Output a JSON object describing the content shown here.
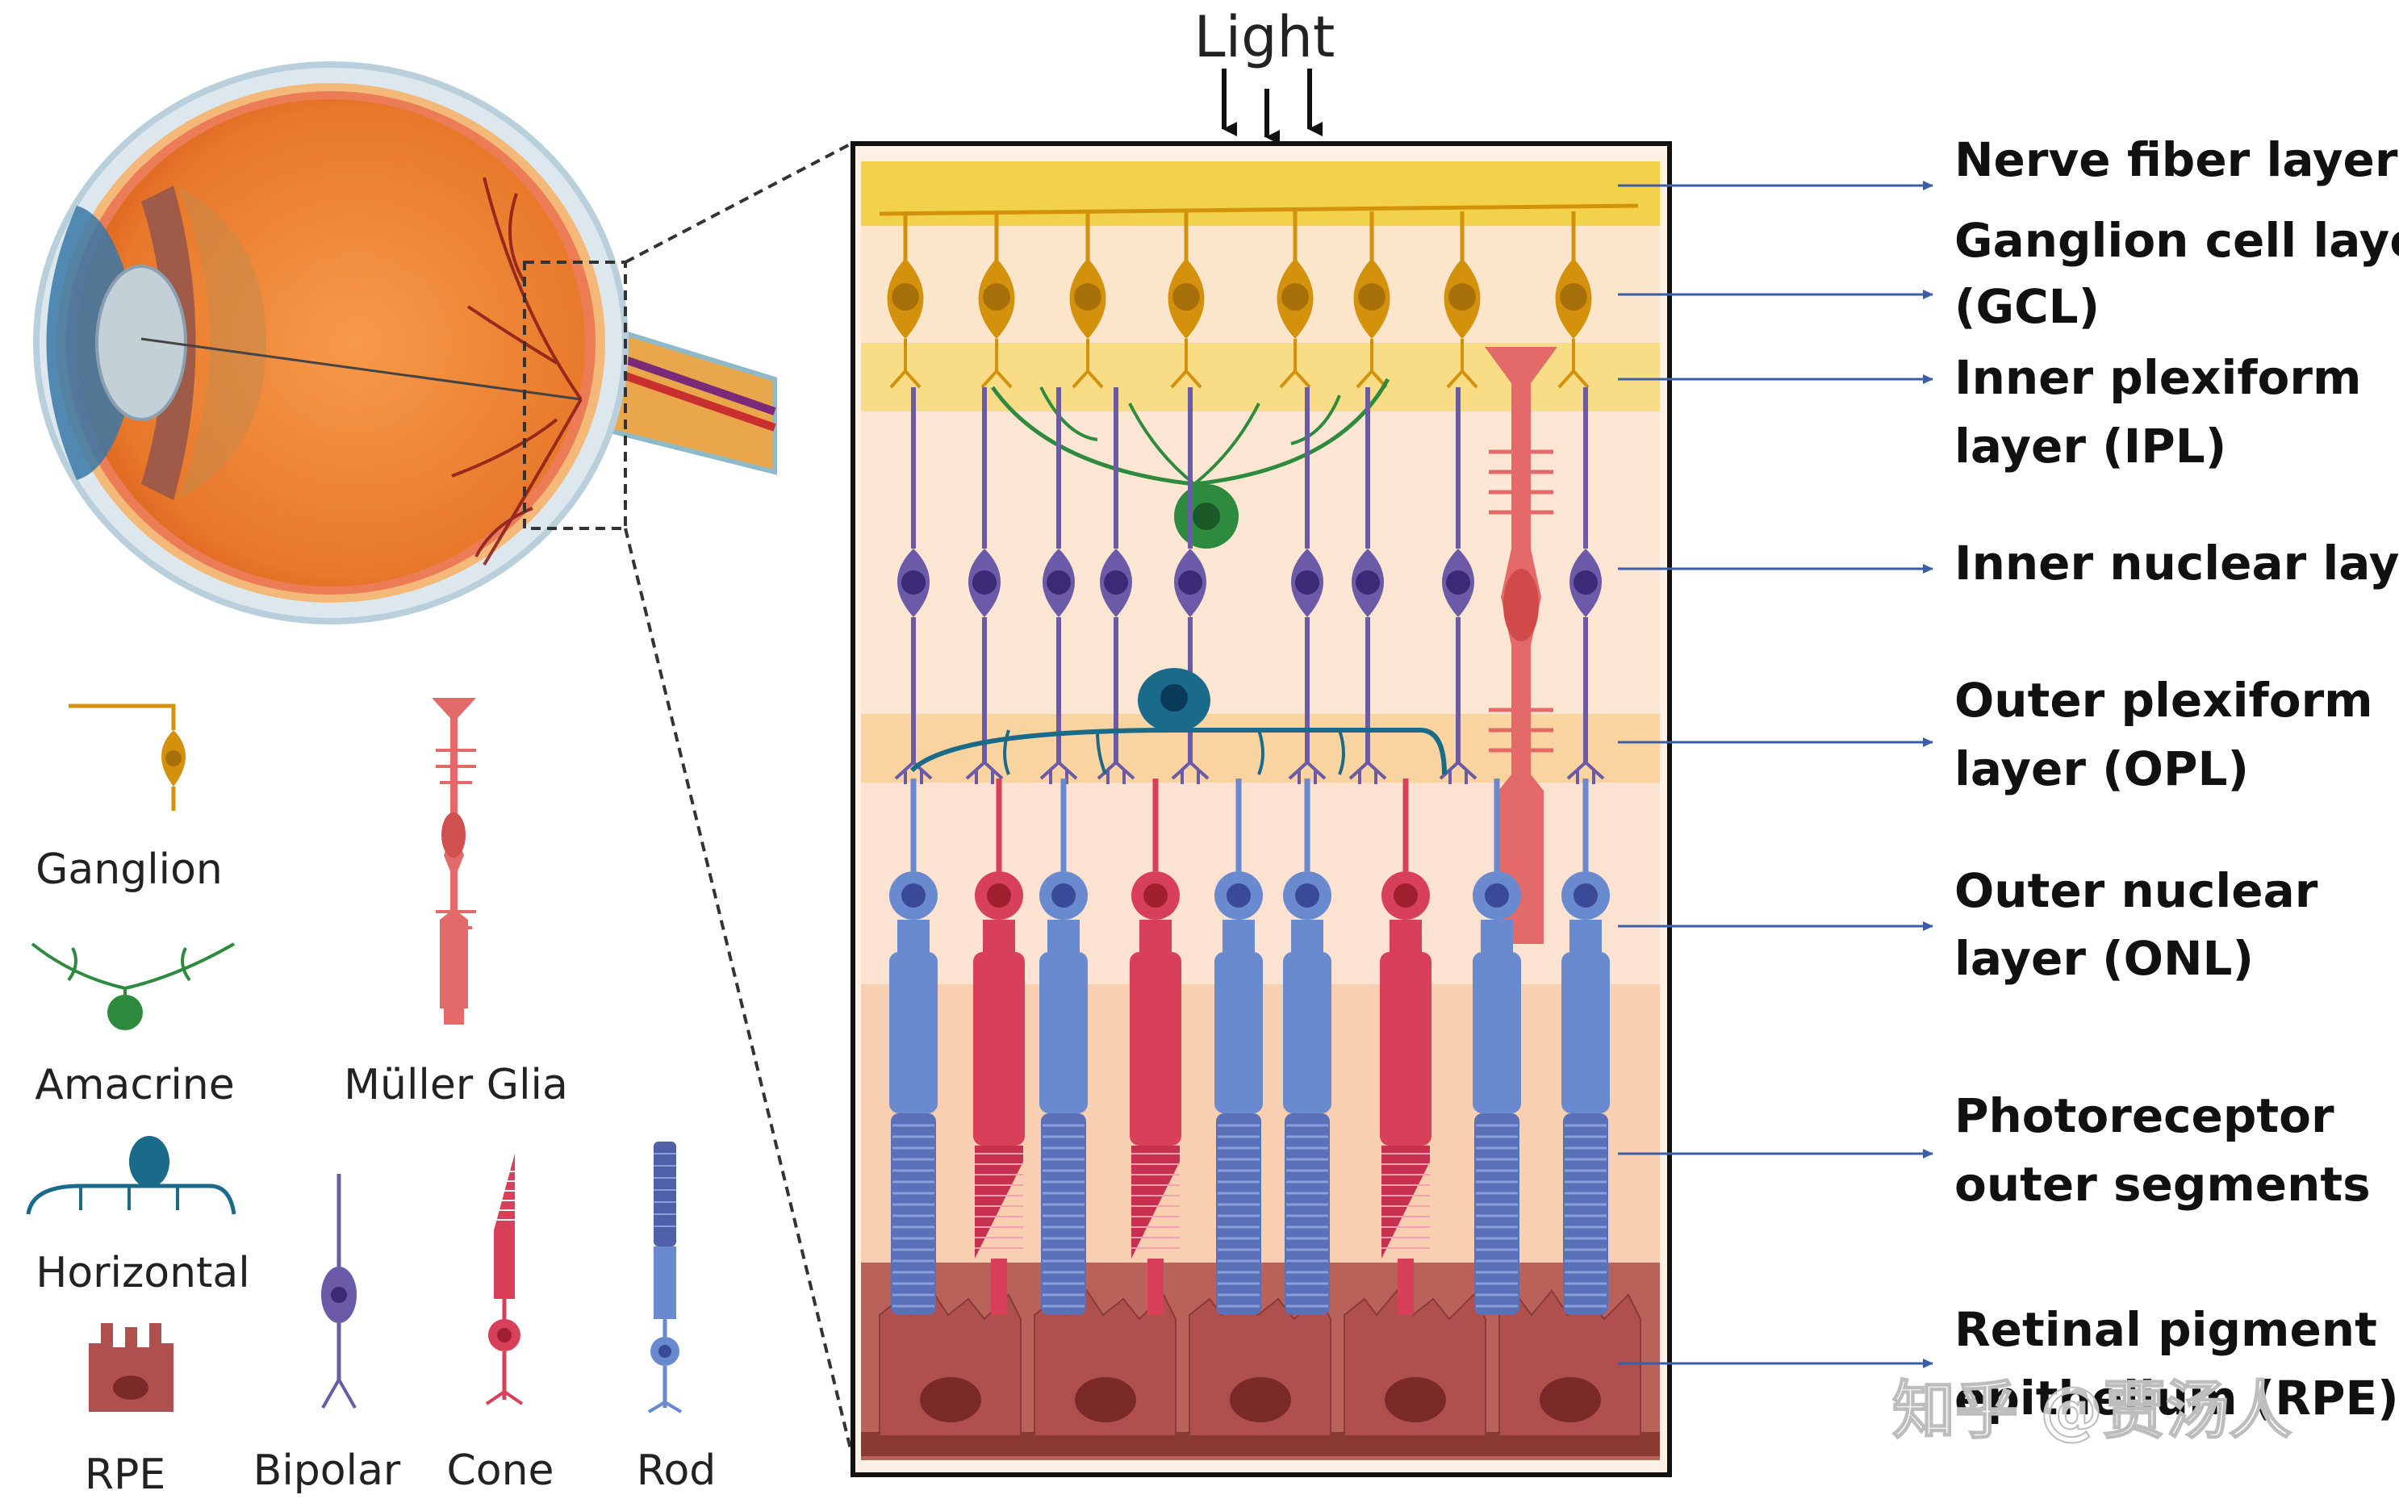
{
  "light_label": "Light",
  "layers": [
    {
      "lines": [
        "Nerve fiber layer"
      ]
    },
    {
      "lines": [
        "Ganglion cell layer",
        "(GCL)"
      ]
    },
    {
      "lines": [
        "Inner plexiform",
        "layer (IPL)"
      ]
    },
    {
      "lines": [
        "Inner nuclear layer"
      ]
    },
    {
      "lines": [
        "Outer plexiform",
        "layer (OPL)"
      ]
    },
    {
      "lines": [
        "Outer nuclear",
        "layer (ONL)"
      ]
    },
    {
      "lines": [
        "Photoreceptor",
        "outer segments"
      ]
    },
    {
      "lines": [
        "Retinal pigment",
        "epithelium (RPE)"
      ]
    }
  ],
  "legend": {
    "ganglion": "Ganglion",
    "amacrine": "Amacrine",
    "muller": "Müller Glia",
    "horizontal": "Horizontal",
    "rpe": "RPE",
    "bipolar": "Bipolar",
    "cone": "Cone",
    "rod": "Rod"
  },
  "watermark": "知乎 @贾汤人",
  "colors": {
    "ganglion": "#d4920c",
    "amacrine": "#2e8b3e",
    "horizontal": "#1a6a8a",
    "bipolar": "#6a5aa8",
    "cone": "#d8405a",
    "rod": "#6a8ad0",
    "muller": "#e46a6a",
    "rpe": "#a04a48",
    "nerve_fiber": "#f2d24a",
    "arrow": "#3a5ea8"
  }
}
